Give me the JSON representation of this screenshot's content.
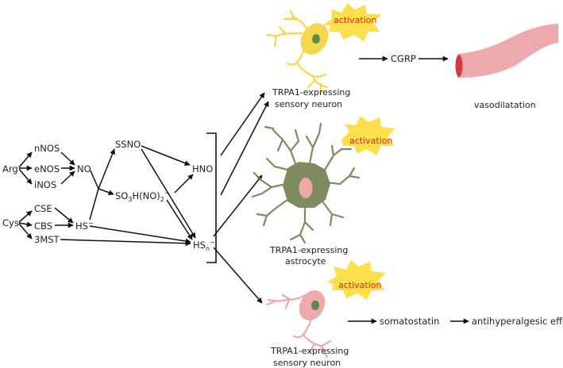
{
  "pathway": {
    "arg": "Arg",
    "cys": "Cys",
    "nnos": "nNOS",
    "enos": "eNOS",
    "inos": "iNOS",
    "no": "NO",
    "cse": "CSE",
    "cbs": "CBS",
    "mst": "3MST",
    "hs": "HS",
    "hs_sup": "−",
    "ssno": "SSNO",
    "so3h_a": "SO",
    "so3h_s1": "3",
    "so3h_b": "H(NO)",
    "so3h_s2": "2",
    "so3h_sup": "−",
    "hno": "HNO",
    "hsn": "HS",
    "hsn_sub": "n",
    "hsn_sup": "−"
  },
  "targets": {
    "top_neuron_line1": "TRPA1-expressing",
    "top_neuron_line2": "sensory neuron",
    "astro_line1": "TRPA1-expressing",
    "astro_line2": "astrocyte",
    "bottom_neuron_line1": "TRPA1-expressing",
    "bottom_neuron_line2": "sensory neuron",
    "activation_label": "activation"
  },
  "effects": {
    "cgrp": "CGRP",
    "vasodilatation": "vasodilatation",
    "somatostatin": "somatostatin",
    "antihyperalgesic": "antihyperalgesic effect"
  },
  "colors": {
    "top_neuron": "#f2d84a",
    "neuron_nucleus": "#5f8a4a",
    "astro_body": "#7d8b5e",
    "astro_nucleus": "#f1a6aa",
    "bottom_neuron": "#eea9ad",
    "vessel": "#eda9ab",
    "vessel_lumen": "#d23b3f",
    "burst": "#fbe04c",
    "activation_text": "#e0241b"
  }
}
